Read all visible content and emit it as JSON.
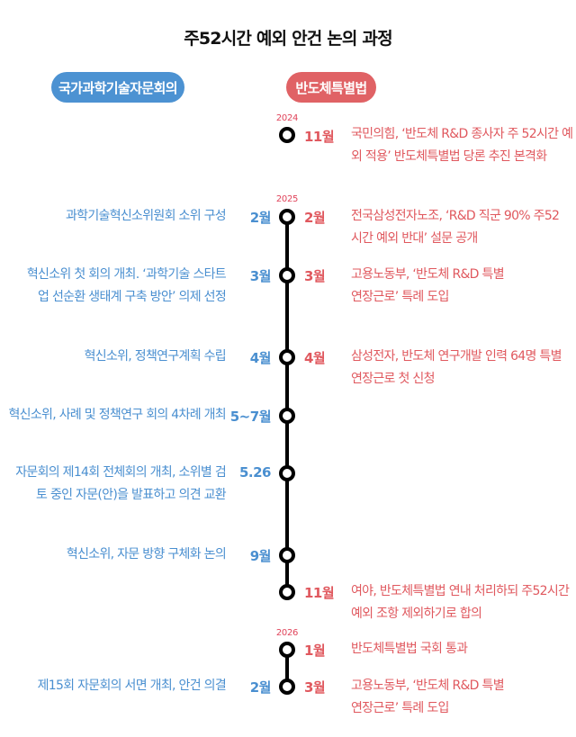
{
  "title": "주52시간 예외 안건 논의 과정",
  "columns": {
    "left": {
      "label": "국가과학기술자문회의",
      "color": "#4c92d2"
    },
    "right": {
      "label": "반도체특별법",
      "color": "#e06265"
    }
  },
  "years": {
    "y2024": "2024",
    "y2025": "2025",
    "y2026": "2026"
  },
  "events": [
    {
      "year": "2024",
      "left_month": "",
      "left_text": "",
      "right_month": "11월",
      "right_text": "국민의힘, ‘반도체 R&D 종사자 주 52시간 예외 적용’ 반도체특별법 당론 추진 본격화"
    },
    {
      "year": "2025",
      "left_month": "2월",
      "left_text": "과학기술혁신소위원회 소위 구성",
      "right_month": "2월",
      "right_text": "전국삼성전자노조, ‘R&D 직군 90% 주52시간 예외 반대’ 설문 공개"
    },
    {
      "year": "",
      "left_month": "3월",
      "left_text": "혁신소위 첫 회의 개최. ‘과학기술 스타트업 선순환 생태계 구축 방안’ 의제 선정",
      "right_month": "3월",
      "right_text": "고용노동부, ‘반도체 R&D 특별연장근로’ 특례 도입"
    },
    {
      "year": "",
      "left_month": "4월",
      "left_text": "혁신소위, 정책연구계획 수립",
      "right_month": "4월",
      "right_text": "삼성전자, 반도체 연구개발 인력 64명 특별연장근로 첫 신청"
    },
    {
      "year": "",
      "left_month": "5~7월",
      "left_text": "혁신소위, 사례 및 정책연구 회의 4차례 개최",
      "right_month": "",
      "right_text": ""
    },
    {
      "year": "",
      "left_month": "5.26",
      "left_text": "자문회의 제14회 전체회의 개최, 소위별 검토 중인 자문(안)을 발표하고 의견 교환",
      "right_month": "",
      "right_text": ""
    },
    {
      "year": "",
      "left_month": "9월",
      "left_text": "혁신소위, 자문 방향 구체화 논의",
      "right_month": "",
      "right_text": ""
    },
    {
      "year": "",
      "left_month": "",
      "left_text": "",
      "right_month": "11월",
      "right_text": "여야, 반도체특별법 연내 처리하되 주52시간 예외 조항 제외하기로 합의"
    },
    {
      "year": "2026",
      "left_month": "",
      "left_text": "",
      "right_month": "1월",
      "right_text": "반도체특별법 국회 통과"
    },
    {
      "year": "",
      "left_month": "2월",
      "left_text": "제15회 자문회의 서면 개최, 안건 의결",
      "right_month": "3월",
      "right_text": "고용노동부, ‘반도체 R&D 특별연장근로’ 특례 도입"
    }
  ]
}
